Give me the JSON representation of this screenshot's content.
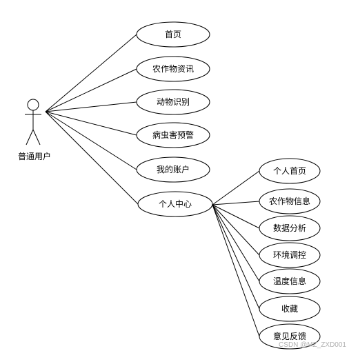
{
  "actor": {
    "label": "普通用户"
  },
  "use_cases": [
    {
      "id": "home",
      "label": "首页"
    },
    {
      "id": "crop-news",
      "label": "农作物资讯"
    },
    {
      "id": "animal-recognition",
      "label": "动物识别"
    },
    {
      "id": "pest-warning",
      "label": "病虫害预警"
    },
    {
      "id": "my-account",
      "label": "我的账户"
    },
    {
      "id": "personal-center",
      "label": "个人中心"
    }
  ],
  "sub_use_cases": [
    {
      "id": "personal-home",
      "label": "个人首页"
    },
    {
      "id": "crop-info",
      "label": "农作物信息"
    },
    {
      "id": "data-analysis",
      "label": "数据分析"
    },
    {
      "id": "env-control",
      "label": "环境调控"
    },
    {
      "id": "temperature-info",
      "label": "温度信息"
    },
    {
      "id": "favorites",
      "label": "收藏"
    },
    {
      "id": "feedback",
      "label": "意见反馈"
    }
  ],
  "watermark": "CSDN @MZ_ZXD001"
}
